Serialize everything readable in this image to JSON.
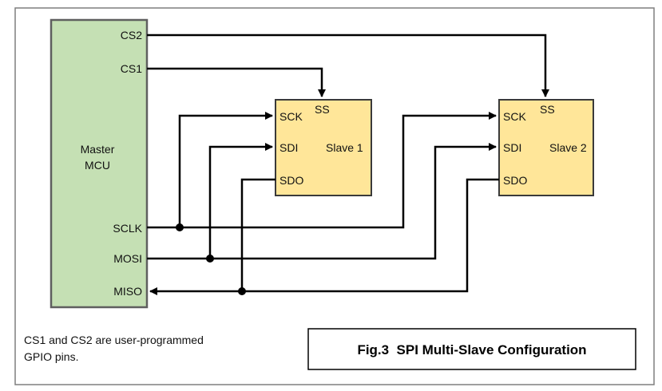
{
  "colors": {
    "master_fill": "#c5e0b4",
    "master_border": "#5f5f5f",
    "slave_fill": "#ffe699",
    "slave_border": "#3a3a3a",
    "wire": "#000000",
    "frame": "#7f7f7f"
  },
  "master": {
    "label_line1": "Master",
    "label_line2": "MCU",
    "pins": {
      "cs2": "CS2",
      "cs1": "CS1",
      "sclk": "SCLK",
      "mosi": "MOSI",
      "miso": "MISO"
    }
  },
  "slaves": [
    {
      "name": "Slave 1",
      "ss": "SS",
      "sck": "SCK",
      "sdi": "SDI",
      "sdo": "SDO"
    },
    {
      "name": "Slave 2",
      "ss": "SS",
      "sck": "SCK",
      "sdi": "SDI",
      "sdo": "SDO"
    }
  ],
  "note": {
    "line1": "CS1 and CS2 are user-programmed",
    "line2": "GPIO pins."
  },
  "caption": "Fig.3  SPI Multi-Slave Configuration"
}
